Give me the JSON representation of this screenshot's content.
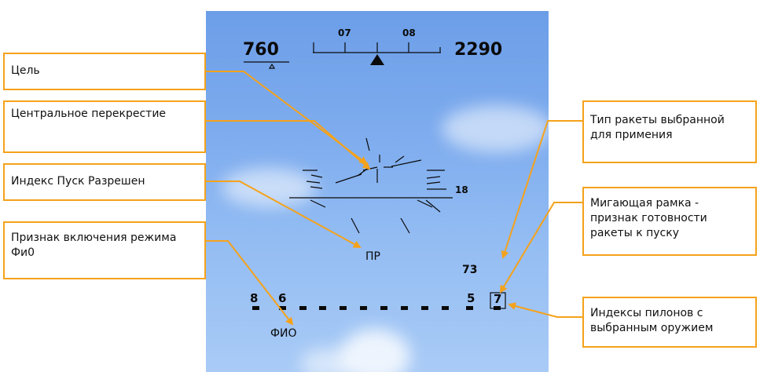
{
  "hud": {
    "left_value": "760",
    "right_value": "2290",
    "heading_tick_1": "07",
    "heading_tick_2": "08",
    "pitch_label": "18",
    "launch_index": "ПР",
    "missile_type": "73",
    "pylon_left_1": "8",
    "pylon_left_2": "6",
    "pylon_right_1": "5",
    "pylon_right_2": "7",
    "mode_label": "ФИО"
  },
  "callouts": {
    "target": "Цель",
    "crosshair": "Центральное перекрестие",
    "launch_permitted": "Индекс Пуск Разрешен",
    "phi0_mode": "Признак включения режима Фи0",
    "missile_type": "Тип ракеты выбранной для примения",
    "blinking_frame": "Мигающая рамка - признак готовности ракеты к пуску",
    "pylon_indexes": "Индексы пилонов с выбранным оружием"
  },
  "colors": {
    "callout_border": "#f5a21b",
    "leader": "#f5a21b",
    "hud_symbol": "#0a0a0a",
    "sky": "#7eacee"
  }
}
